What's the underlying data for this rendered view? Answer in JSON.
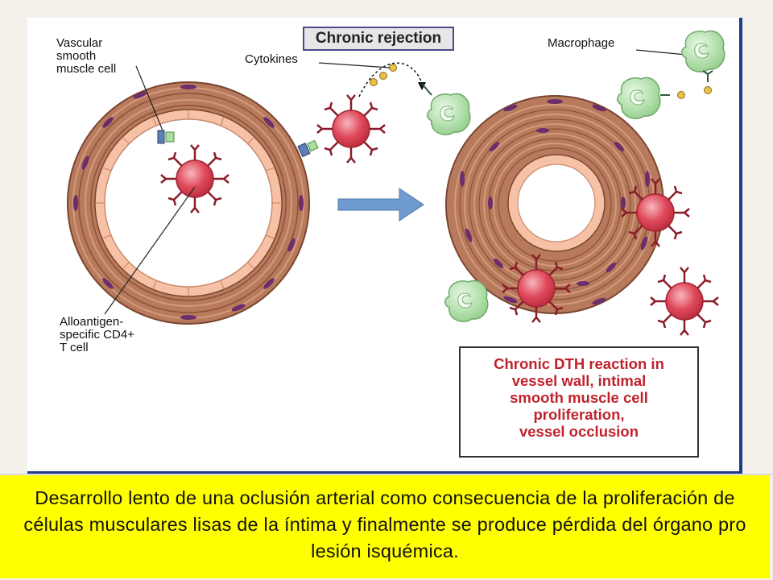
{
  "diagram": {
    "title": "Chronic rejection",
    "labels": {
      "vascular_smooth_muscle_cell": "Vascular\nsmooth\nmuscle cell",
      "cytokines": "Cytokines",
      "macrophage": "Macrophage",
      "t_cell": "Alloantigen-\nspecific CD4+\nT cell"
    },
    "result_text": "Chronic DTH reaction in\nvessel wall, intimal\nsmooth muscle cell\nproliferation,\nvessel occlusion",
    "colors": {
      "title_border": "#4a4a8a",
      "result_text": "#c0222d",
      "vessel_wall": "#b87a5c",
      "smooth_muscle_nuclei": "#6b2d6b",
      "endothelium": "#f7c1a6",
      "t_cell": "#e0485a",
      "macrophage": "#a6dfa0",
      "arrow": "#6f9bd1",
      "frame_border": "#1f3a8a",
      "caption_background": "#ffff00"
    }
  },
  "caption": "Desarrollo lento de una oclusión arterial como consecuencia de la proliferación de células musculares lisas de la íntima y finalmente se produce pérdida del órgano pro lesión isquémica."
}
